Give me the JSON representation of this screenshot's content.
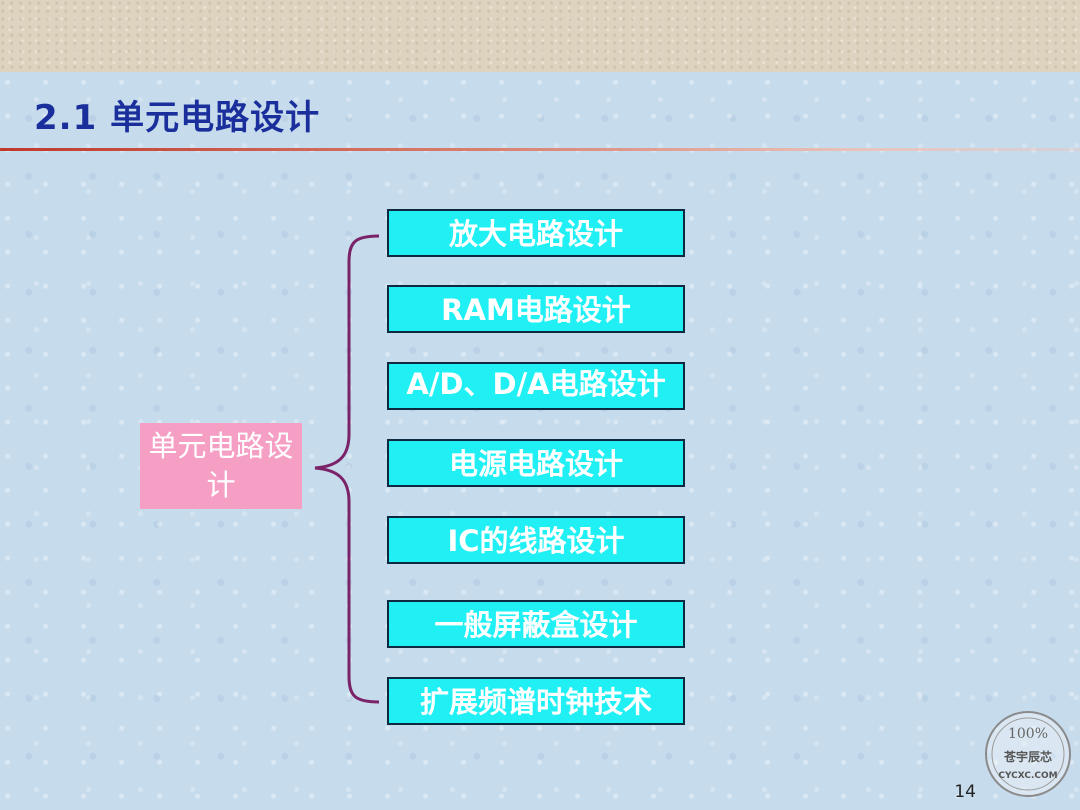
{
  "slide": {
    "title": "2.1 单元电路设计",
    "root_label": "单元电路设计",
    "items": [
      "放大电路设计",
      "RAM电路设计",
      "A/D、D/A电路设计",
      "电源电路设计",
      "IC的线路设计",
      "一般屏蔽盒设计",
      "扩展频谱时钟技术"
    ],
    "page_number": "14"
  },
  "watermark": {
    "top_text": "100%",
    "middle_text": "苍宇辰芯",
    "bottom_text": "CYCXC.COM"
  },
  "colors": {
    "title": "#1a2f9c",
    "root_box": "#f59fc4",
    "node_fill": "#20f0f4",
    "brace": "#7b2368",
    "background": "#c6dbec"
  }
}
